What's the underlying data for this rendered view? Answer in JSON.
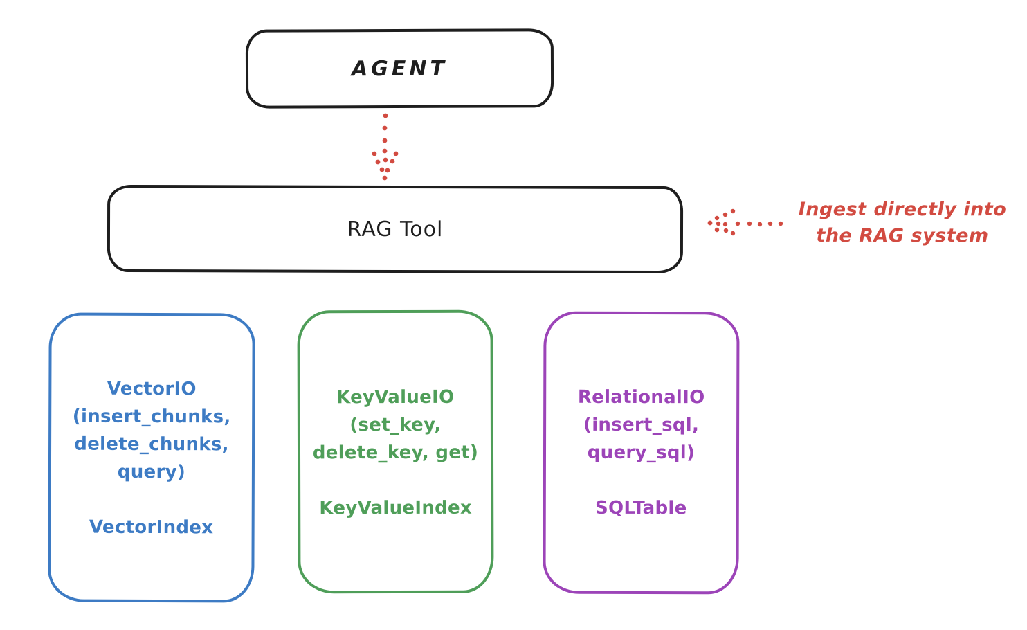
{
  "diagram": {
    "agent": {
      "label": "AGENT"
    },
    "rag_tool": {
      "label": "RAG Tool"
    },
    "annotation": {
      "line1": "Ingest directly into",
      "line2": "the RAG system"
    },
    "nodes": [
      {
        "id": "vector-io",
        "color": "#3d7bc4",
        "lines": [
          "VectorIO",
          "(insert_chunks,",
          "delete_chunks,",
          "query)"
        ],
        "footer": "VectorIndex"
      },
      {
        "id": "keyvalue-io",
        "color": "#4f9e59",
        "lines": [
          "KeyValueIO",
          "(set_key,",
          "delete_key, get)"
        ],
        "footer": "KeyValueIndex"
      },
      {
        "id": "relational-io",
        "color": "#9c44b8",
        "lines": [
          "RelationalIO",
          "(insert_sql,",
          "query_sql)"
        ],
        "footer": "SQLTable"
      }
    ],
    "colors": {
      "ink": "#1e1e1e",
      "arrow_red": "#d24b41",
      "vector_blue": "#3d7bc4",
      "keyvalue_green": "#4f9e59",
      "relational_purple": "#9c44b8"
    }
  }
}
